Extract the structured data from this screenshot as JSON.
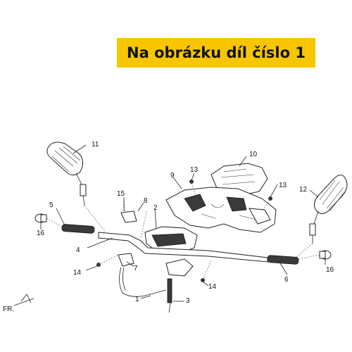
{
  "banner": {
    "text": "Na obrázku díl číslo 1",
    "color": "#f7c600"
  },
  "labels": {
    "p1": "1",
    "p2": "2",
    "p3": "3",
    "p4": "4",
    "p5": "5",
    "p6": "6",
    "p7": "7",
    "p8": "8",
    "p9": "9",
    "p10": "10",
    "p11": "11",
    "p12": "12",
    "p13a": "13",
    "p13b": "13",
    "p14a": "14",
    "p14b": "14",
    "p15": "15",
    "p16a": "16",
    "p16b": "16"
  },
  "direction": {
    "text": "FR."
  }
}
